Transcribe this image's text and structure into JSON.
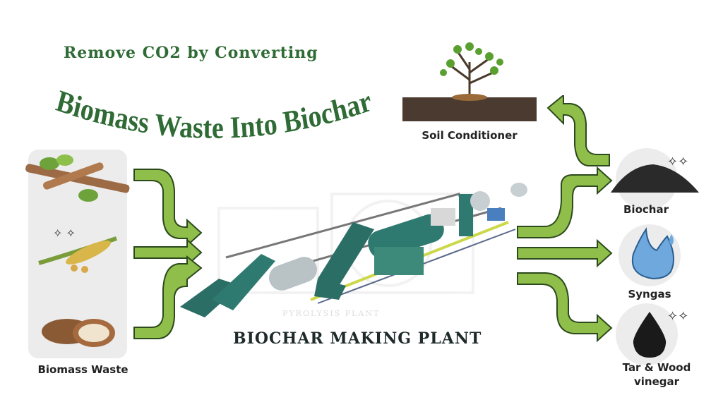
{
  "title": {
    "line1": "Remove CO2 by Converting",
    "line2": "Biomass Waste Into Biochar"
  },
  "input": {
    "label": "Biomass Waste",
    "items": [
      "wood-branches-icon",
      "corn-stalk-icon",
      "coconut-shell-icon"
    ]
  },
  "center": {
    "label": "BIOCHAR MAKING PLANT",
    "watermark": "PYROLYSIS PLANT"
  },
  "outputs": [
    {
      "label": "Biochar",
      "icon": "biochar-pile-icon"
    },
    {
      "label": "Syngas",
      "icon": "flame-icon"
    },
    {
      "label": "Tar & Wood",
      "label2": "vinegar",
      "icon": "oil-drop-icon"
    }
  ],
  "application": {
    "label": "Soil Conditioner",
    "icon": "tree-in-soil-icon"
  },
  "colors": {
    "title_green": "#2f6b35",
    "arrow_fill": "#8fbf4a",
    "arrow_stroke": "#2d4a1e",
    "plant_teal": "#2b6e66"
  }
}
